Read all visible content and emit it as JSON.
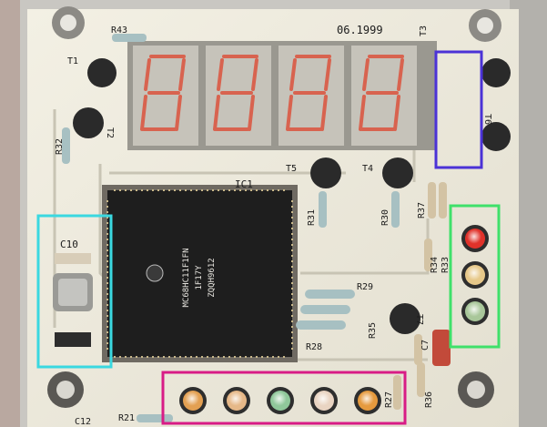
{
  "photo": {
    "subject": "circuit-board",
    "board_colors": {
      "pcb": "#ece9dc",
      "enclosure": "#c9c7c2",
      "display_red": "#d8634f",
      "chip": "#1e1e1e"
    }
  },
  "silkscreen": {
    "date": "06.1999",
    "labels": [
      "R43",
      "T3",
      "T1",
      "T2",
      "R32",
      "T6",
      "IC1",
      "T5",
      "T4",
      "R31",
      "R30",
      "R37",
      "C10",
      "R29",
      "R28",
      "R27",
      "R35",
      "T7",
      "C7",
      "R34",
      "R33",
      "R36",
      "R21",
      "C12"
    ]
  },
  "chip": {
    "lines": [
      "MC68HC11F1FN",
      "1F17Y",
      "ZQQH9612"
    ]
  },
  "display": {
    "digits": [
      "8",
      "8",
      "8",
      "8"
    ]
  },
  "highlights": [
    {
      "id": "transistor-box",
      "color": "#4b32d6"
    },
    {
      "id": "led-column-box",
      "color": "#3fe06a"
    },
    {
      "id": "crystal-box",
      "color": "#3ad8e0"
    },
    {
      "id": "led-row-box",
      "color": "#d81c86"
    }
  ],
  "leds": {
    "column_colors": [
      "#e0322a",
      "#e7c889",
      "#a9c79a"
    ],
    "row_colors": [
      "#e3a052",
      "#e6b888",
      "#8fc79a",
      "#e9d4c2",
      "#e59a3e"
    ]
  }
}
